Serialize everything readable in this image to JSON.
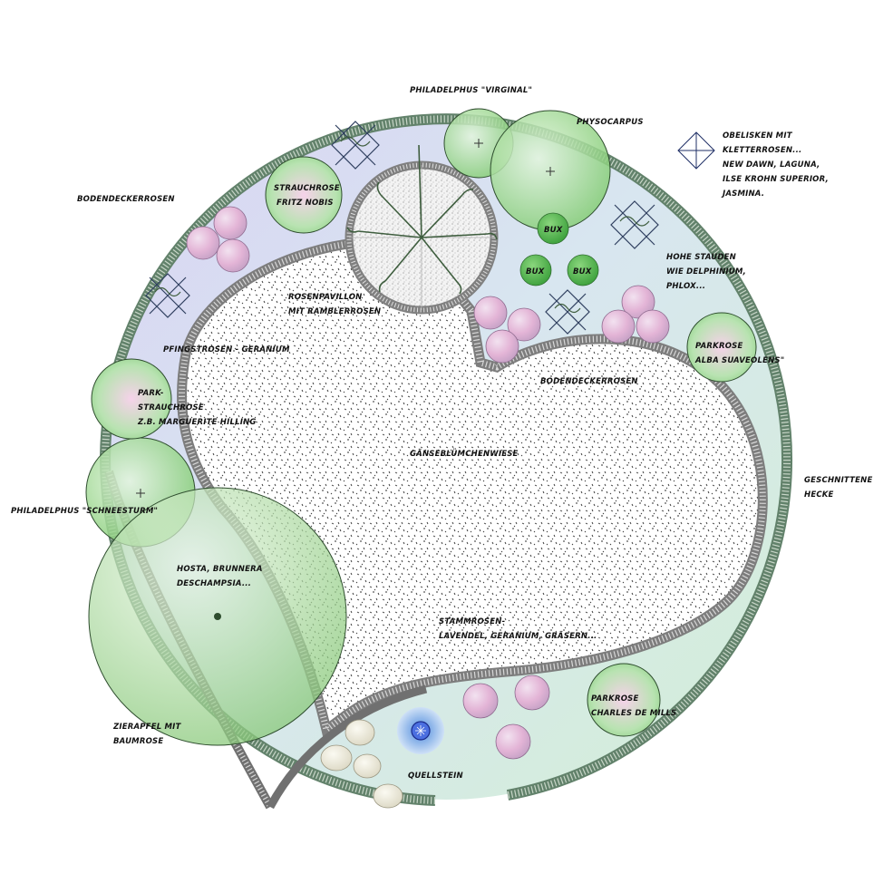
{
  "labels": {
    "philadelphus_virginal": "PHILADELPHUS \"VIRGINAL\"",
    "physocarpus": "PHYSOCARPUS",
    "obelisk_1": "OBELISKEN MIT",
    "obelisk_2": "KLETTERROSEN...",
    "obelisk_3": "NEW DAWN, LAGUNA,",
    "obelisk_4": "ILSE KROHN SUPERIOR,",
    "obelisk_5": "JASMINA.",
    "bodendecker_top": "BODENDECKERROSEN",
    "strauchrose_1": "STRAUCHROSE",
    "strauchrose_2": "FRITZ NOBIS",
    "bux_1": "BUX",
    "bux_2": "BUX",
    "bux_3": "BUX",
    "stauden_1": "HOHE STAUDEN",
    "stauden_2": "WIE DELPHINIUM,",
    "stauden_3": "PHLOX...",
    "rosenpavillon_1": "ROSENPAVILLON",
    "rosenpavillon_2": "MIT RAMBLERROSEN",
    "pfingstrosen": "PFINGSTROSEN - GERANIUM",
    "parkrose_alba_1": "PARKROSE",
    "parkrose_alba_2": "ALBA SUAVEOLENS\"",
    "bodendecker_mid": "BODENDECKERROSEN",
    "park_strauch_1": "PARK-",
    "park_strauch_2": "STRAUCHROSE",
    "park_strauch_3": "Z.B. MARGUERITE HILLING",
    "wiese": "GÄNSEBLÜMCHENWIESE",
    "hecke_1": "GESCHNITTENE",
    "hecke_2": "HECKE",
    "philadelphus_schneesturm": "PHILADELPHUS \"SCHNEESTURM\"",
    "hosta_1": "HOSTA, BRUNNERA",
    "hosta_2": "DESCHAMPSIA...",
    "stammrosen_1": "STAMMROSEN-",
    "stammrosen_2": "LAVENDEL, GERANIUM, GRÄSERN...",
    "parkrose_charles_1": "PARKROSE",
    "parkrose_charles_2": "CHARLES DE MILLS",
    "zierapfel_1": "ZIERAPFEL MIT",
    "zierapfel_2": "BAUMROSE",
    "quellstein": "QUELLSTEIN"
  },
  "icons": {
    "obelisk": "obelisk-diamond-icon",
    "tree_center": "tree-center-cross-icon",
    "fountain": "spring-stone-icon"
  },
  "colors": {
    "hedge": "#6b8a6b",
    "lawn": "#ffffff",
    "border_lilac": "#dcd6f2",
    "border_green": "#d4eed8",
    "tree_fill": "#8fd17e",
    "rose_fill": "#e6b8d8",
    "bux_fill": "#4fb34a",
    "paving": "#8a8a8a",
    "water": "#6aa6e0"
  }
}
